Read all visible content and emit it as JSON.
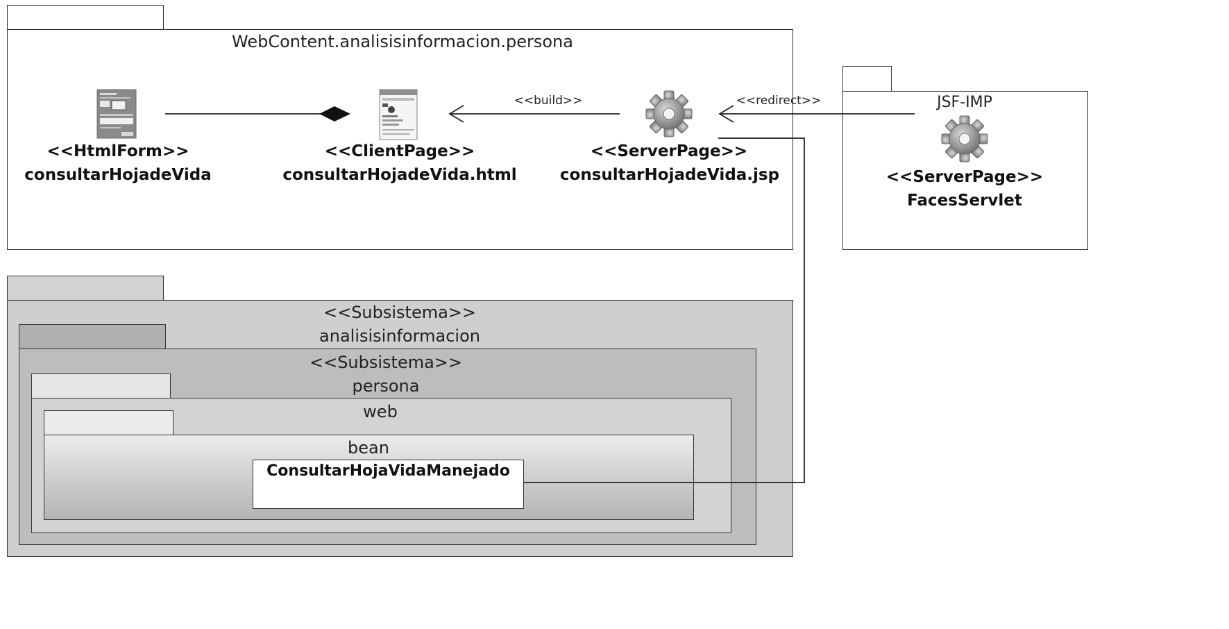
{
  "packages": {
    "webcontent": {
      "title": "WebContent.analisisinformacion.persona"
    },
    "jsf": {
      "title": "JSF-IMP"
    },
    "subsystem_outer": {
      "stereotype": "<<Subsistema>>",
      "name": "analisisinformacion"
    },
    "subsystem_inner": {
      "stereotype": "<<Subsistema>>",
      "name": "persona"
    },
    "web": {
      "title": "web"
    },
    "bean": {
      "title": "bean"
    }
  },
  "elements": {
    "html_form": {
      "stereotype": "<<HtmlForm>>",
      "name": "consultarHojadeVida",
      "icon": "html-form-icon"
    },
    "client_page": {
      "stereotype": "<<ClientPage>>",
      "name": "consultarHojadeVida.html",
      "icon": "client-page-icon"
    },
    "server_page": {
      "stereotype": "<<ServerPage>>",
      "name": "consultarHojadeVida.jsp",
      "icon": "gear-icon"
    },
    "faces_servlet": {
      "stereotype": "<<ServerPage>>",
      "name": "FacesServlet",
      "icon": "gear-icon"
    },
    "managed_bean": {
      "name": "ConsultarHojaVidaManejado"
    }
  },
  "relations": {
    "build": {
      "label": "<<build>>"
    },
    "redirect": {
      "label": "<<redirect>>"
    }
  },
  "colors": {
    "line": "#333333",
    "subsystem_outer_bg": "#cfcfcf",
    "subsystem_inner_bg": "#bdbdbd",
    "web_bg": "#d3d3d3",
    "bean_bg_top": "#e8e8e8",
    "bean_bg_bottom": "#b5b5b5"
  }
}
